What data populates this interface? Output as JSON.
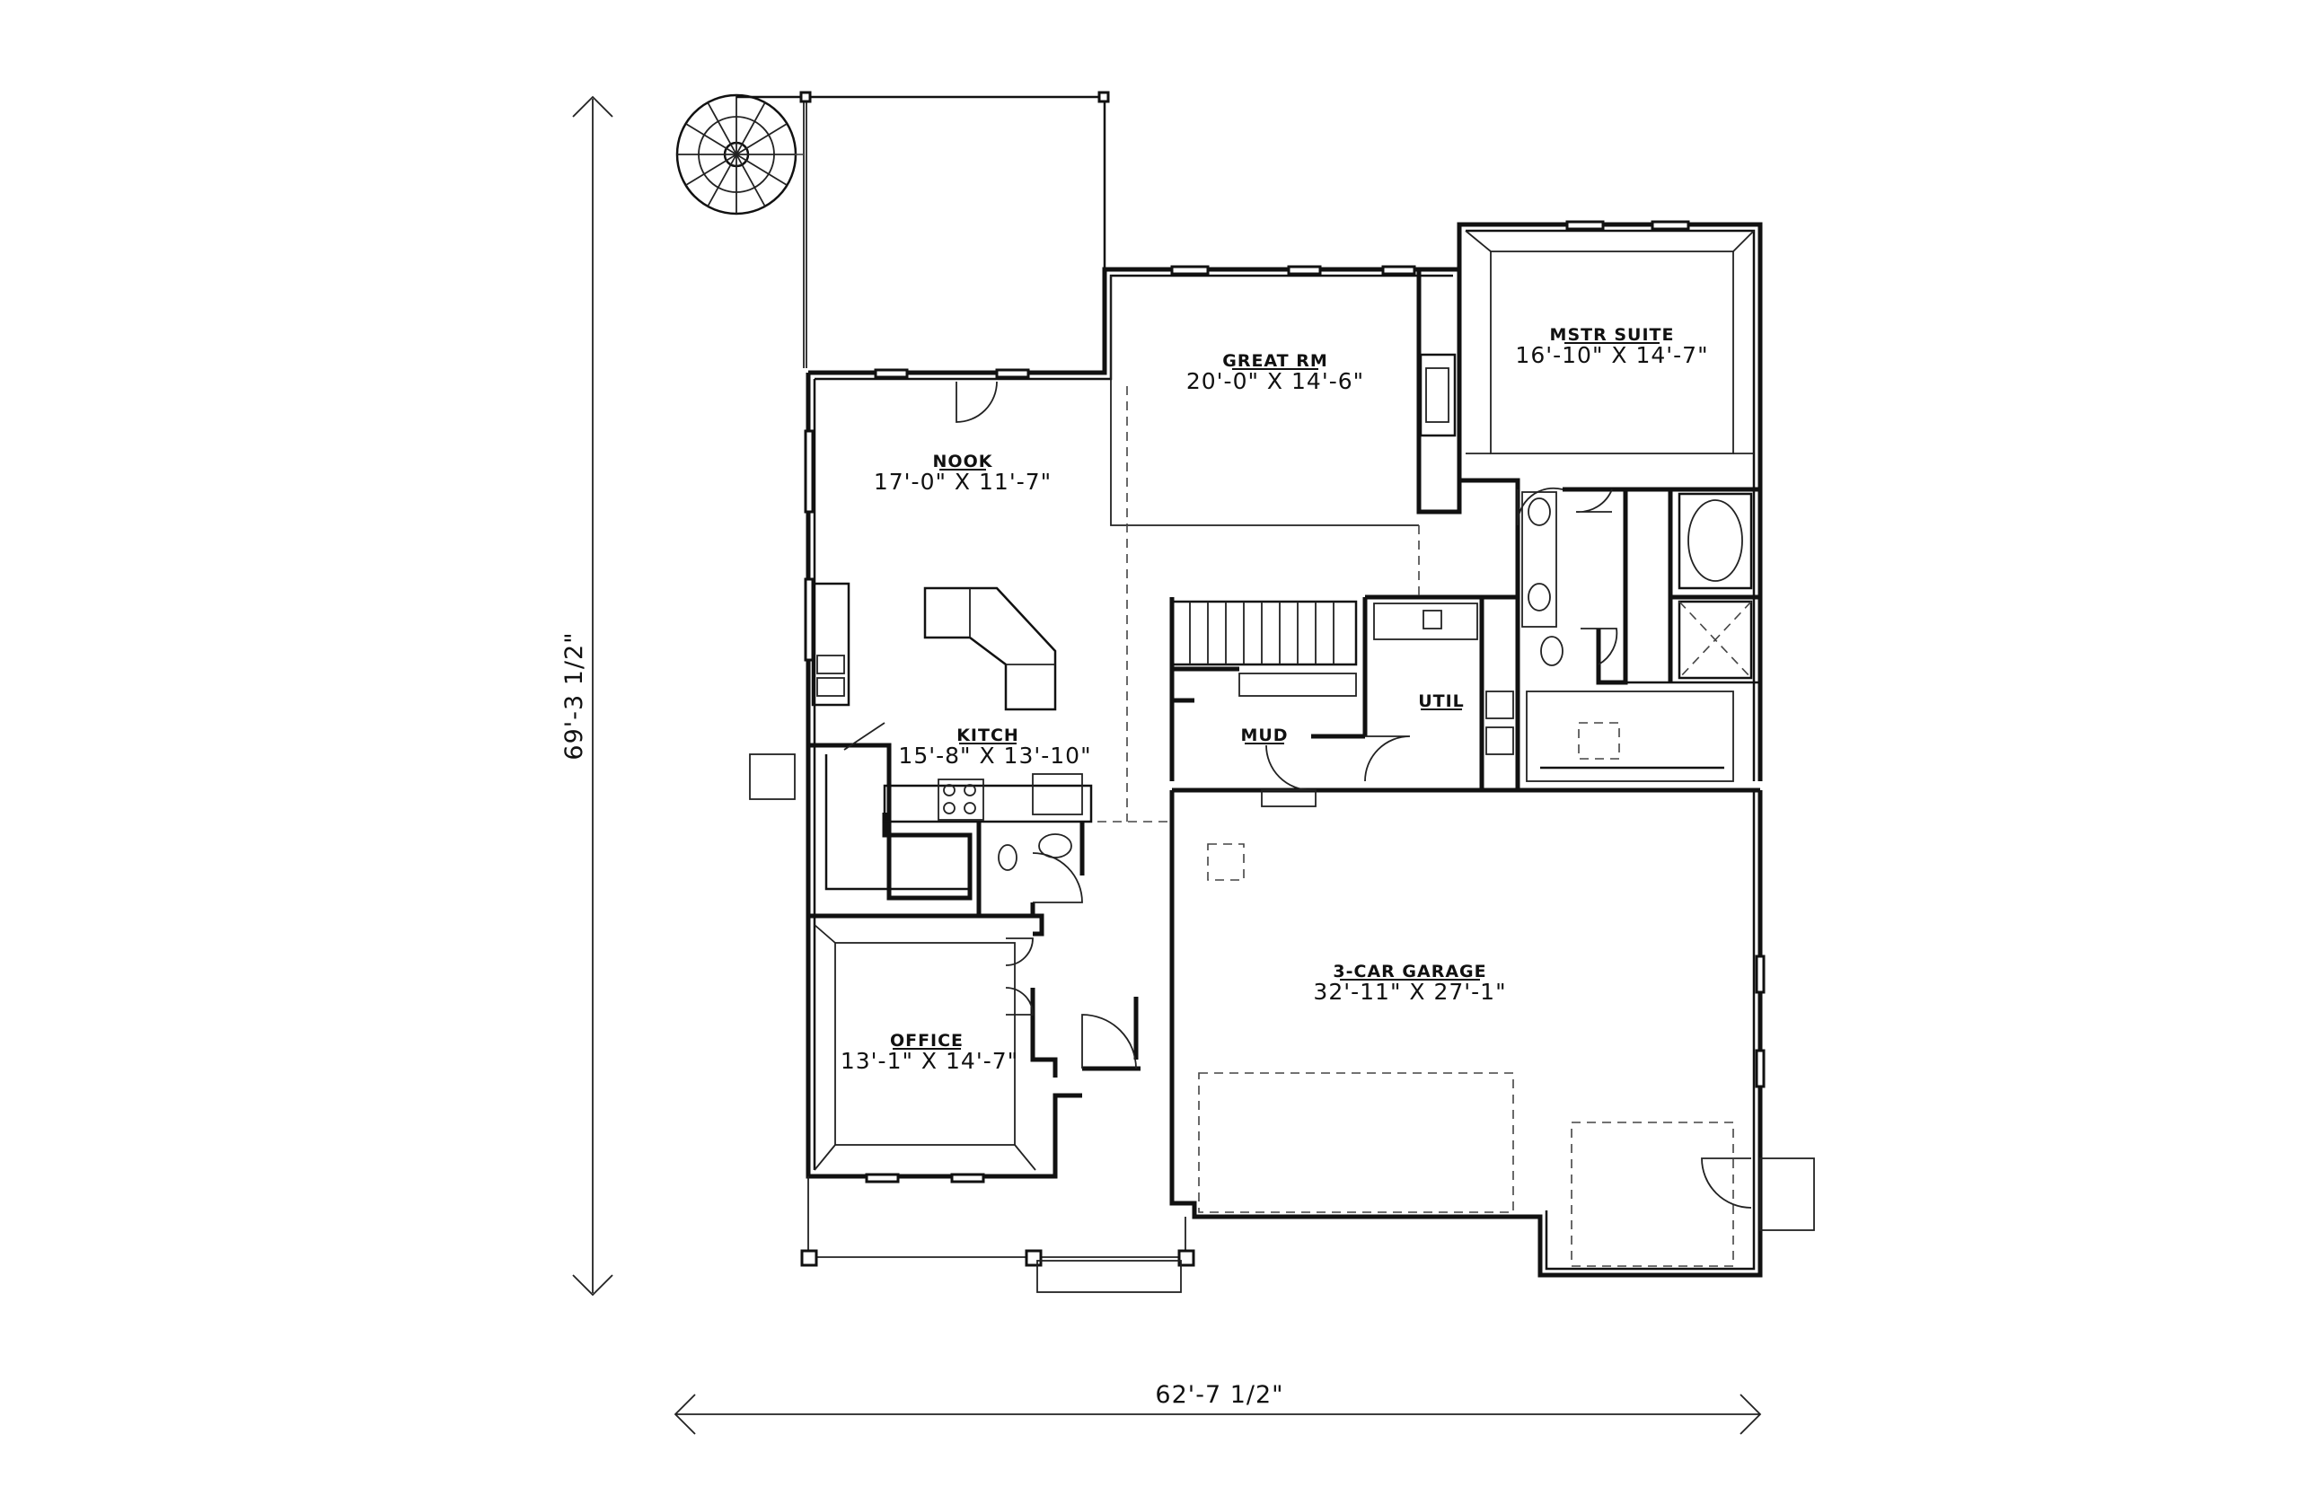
{
  "overall_width": "62'-7 1/2\"",
  "overall_depth": "69'-3 1/2\"",
  "rooms": {
    "great_rm": {
      "name": "GREAT RM",
      "size": "20'-0\" X 14'-6\""
    },
    "mstr_suite": {
      "name": "MSTR SUITE",
      "size": "16'-10\" X 14'-7\""
    },
    "nook": {
      "name": "NOOK",
      "size": "17'-0\" X 11'-7\""
    },
    "kitch": {
      "name": "KITCH",
      "size": "15'-8\" X 13'-10\""
    },
    "util": {
      "name": "UTIL"
    },
    "mud": {
      "name": "MUD"
    },
    "office": {
      "name": "OFFICE",
      "size": "13'-1\" X 14'-7\""
    },
    "garage": {
      "name": "3-CAR GARAGE",
      "size": "32'-11\" X 27'-1\""
    }
  }
}
